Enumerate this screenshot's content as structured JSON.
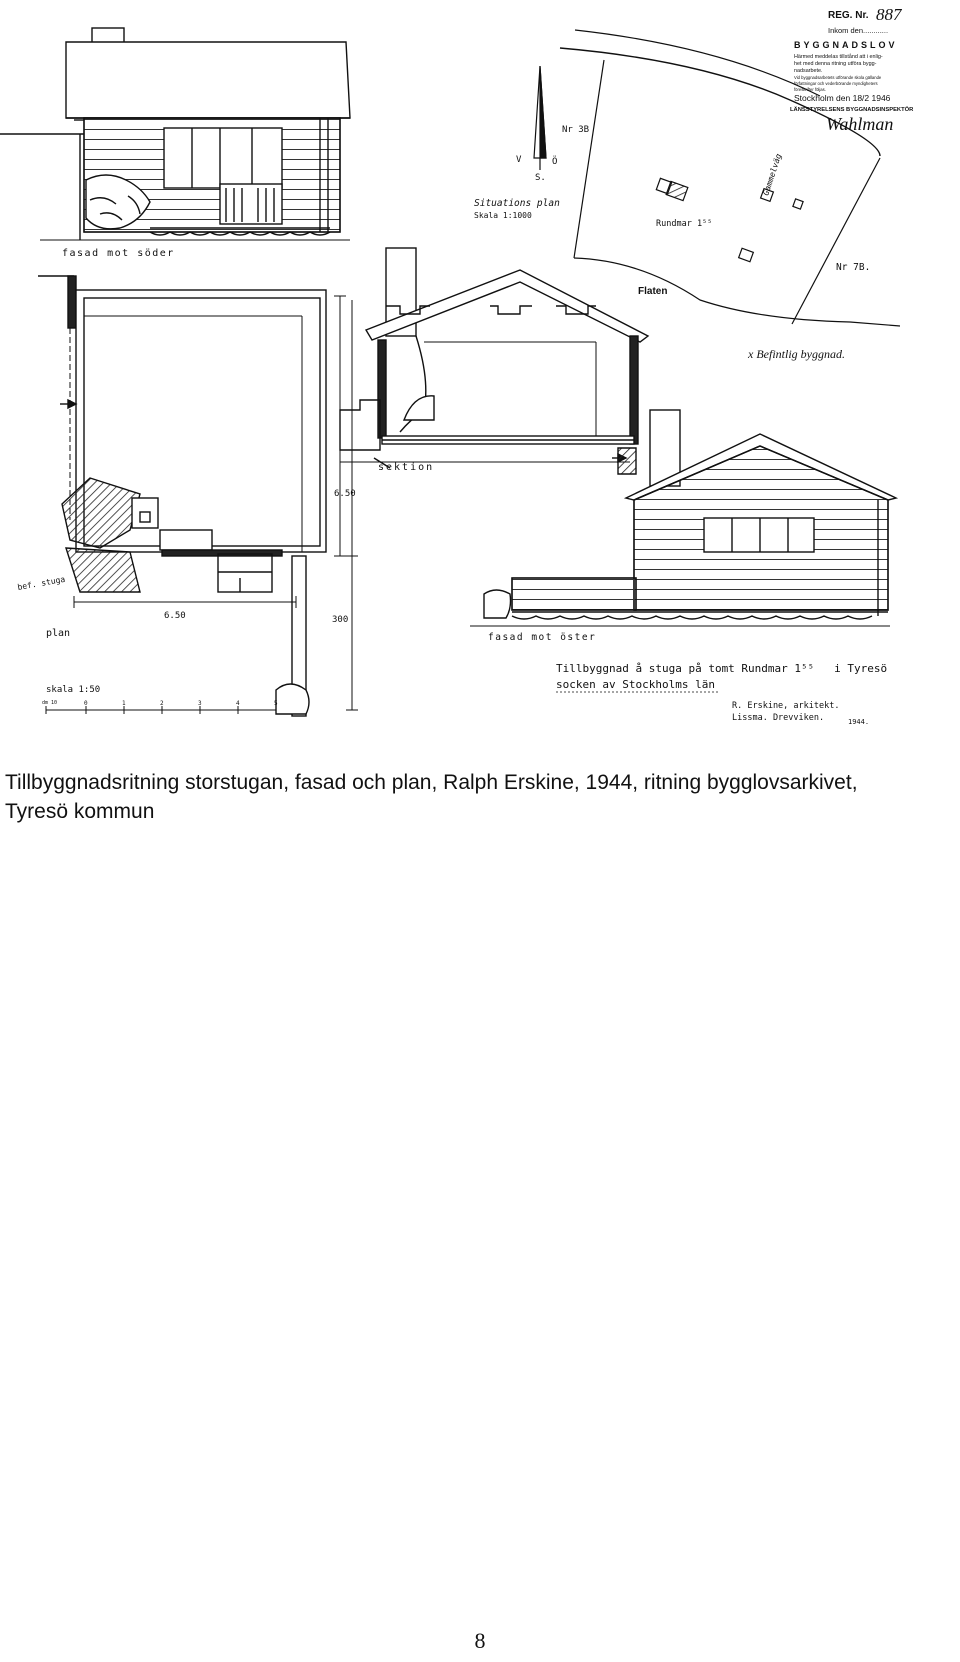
{
  "drawing": {
    "stamp": {
      "reg_label": "REG. Nr.",
      "reg_number": "887",
      "inkom": "Inkom den............",
      "title": "BYGGNADSLOV",
      "line1": "Härmed meddelas tillstånd att i enlig-",
      "line2": "het med denna ritning utföra bygg-",
      "line3": "nadsarbete.",
      "line4": "Vid byggnadsarbetets utförande skola gällande",
      "line5": "författningar och vederbörande myndigheters",
      "line6": "föreskrifter följas.",
      "place_date": "Stockholm den 18/2 1946",
      "authority": "LÄNSSTYRELSENS BYGGNADSINSPEKTÖR",
      "signature": "Wahlman"
    },
    "north_arrow": {
      "v": "V",
      "o": "Ö",
      "s": "S."
    },
    "situation_plan": {
      "title": "Situations plan",
      "scale": "Skala 1:1000",
      "neighbor_north": "Nr 3B",
      "neighbor_south": "Nr 7B.",
      "lot": "Rundmar 1⁵⁵",
      "water": "Flaten",
      "road": "Gammelväg",
      "legend": "x Befintlig byggnad."
    },
    "labels": {
      "facade_south": "fasad mot söder",
      "section": "sektion",
      "plan": "plan",
      "existing_cottage": "bef. stuga",
      "dim_650_vertical": "6.50",
      "dim_650_horizontal": "6.50",
      "dim_300": "300",
      "facade_east": "fasad mot öster",
      "scale": "skala 1:50",
      "scale_ticks": [
        "dm 10",
        "0",
        "1",
        "2",
        "3",
        "4",
        "5"
      ]
    },
    "title_block": {
      "line1": "Tillbyggnad å stuga på tomt Rundmar 1⁵⁵   i Tyresö",
      "line2": "socken av Stockholms län",
      "architect": "R. Erskine, arkitekt.",
      "address": "Lissma. Drevviken.",
      "year": "1944."
    }
  },
  "caption": "Tillbyggnadsritning storstugan, fasad och plan, Ralph Erskine, 1944, ritning bygglovsarkivet, Tyresö kommun",
  "page_number": "8"
}
